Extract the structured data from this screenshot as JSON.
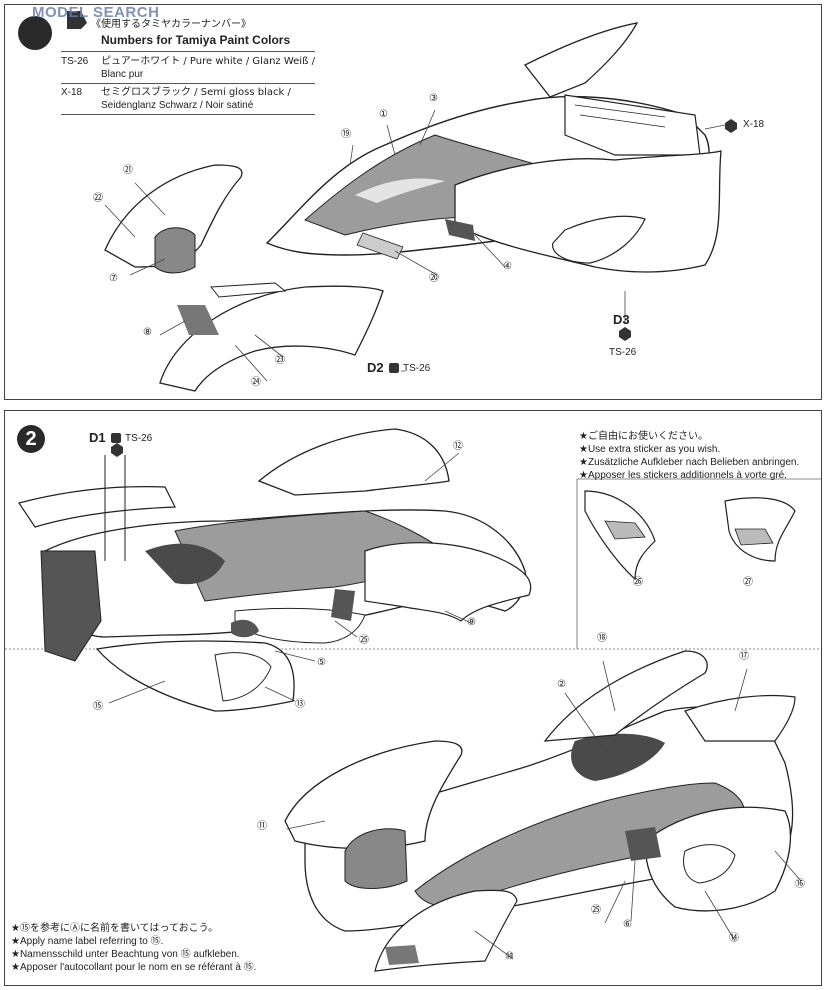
{
  "watermark": {
    "text": "MODEL SEARCH"
  },
  "paint_legend": {
    "title_jp": "《使用するタミヤカラーナンバー》",
    "title_en": "Numbers for Tamiya Paint Colors",
    "items": [
      {
        "code": "TS-26",
        "line1": "ピュアーホワイト / Pure white / Glanz Weiß /",
        "line2": "Blanc pur"
      },
      {
        "code": "X-18",
        "line1": "セミグロスブラック / Semi gloss black /",
        "line2": "Seidenglanz Schwarz / Noir satiné"
      }
    ]
  },
  "step1": {
    "callouts": [
      "①",
      "③",
      "⑲",
      "㉑",
      "㉒",
      "⑦",
      "⑳",
      "④",
      "⑧",
      "㉓",
      "㉔"
    ],
    "paint_x18": "X-18",
    "d3": "D3",
    "d3_paint": "TS-26",
    "d2": "D2",
    "d2_paint": "TS-26"
  },
  "step2": {
    "number": "2",
    "d1": "D1",
    "d1_paint": "TS-26",
    "callouts_top": [
      "⑫",
      "⑨",
      "㉕",
      "⑤",
      "⑬",
      "⑮"
    ],
    "extra_sticker_note": [
      "★ご自由にお使いください。",
      "★Use extra sticker as you wish.",
      "★Zusätzliche Aufkleber nach Belieben anbringen.",
      "★Apposer les stickers additionnels à vorte gré."
    ],
    "extra_callouts": [
      "㉖",
      "㉗"
    ],
    "callouts_bottom": [
      "⑱",
      "⑰",
      "②",
      "⑪",
      "⑯",
      "㉕",
      "⑥",
      "⑭",
      "⑩"
    ],
    "name_label_note": [
      "★⑮を参考にⒶに名前を書いてはっておこう。",
      "★Apply name label referring to ⑮.",
      "★Namensschild unter Beachtung von ⑮ aufkleben.",
      "★Apposer l'autocollant pour le nom en se référant à ⑮."
    ]
  }
}
